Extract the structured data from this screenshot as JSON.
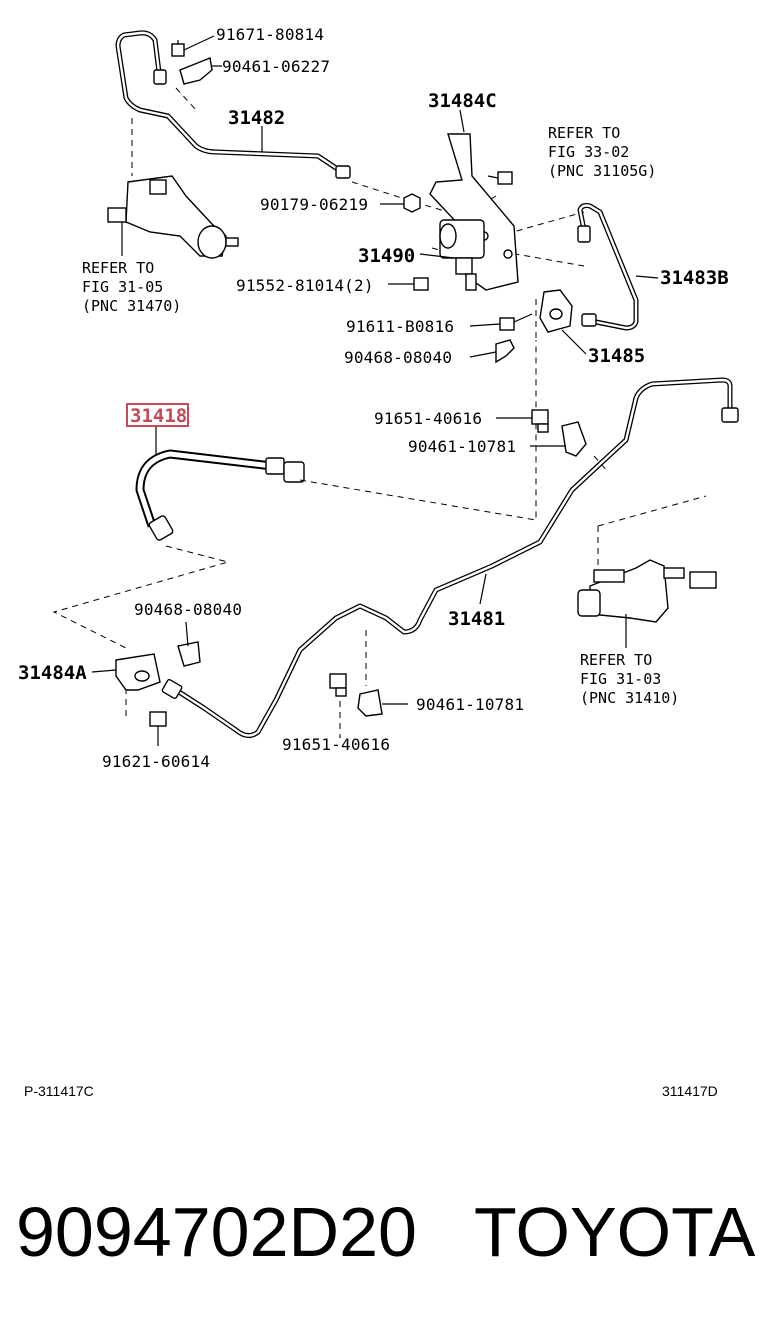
{
  "diagram": {
    "highlight_color": "#c64a55",
    "labels": {
      "p91671": "91671-80814",
      "p90461a": "90461-06227",
      "p31482": "31482",
      "p31484c": "31484C",
      "ref3302_1": "REFER TO",
      "ref3302_2": "FIG 33-02",
      "ref3302_3": "(PNC 31105G)",
      "p90179": "90179-06219",
      "p31490": "31490",
      "p31483b": "31483B",
      "ref3105_1": "REFER TO",
      "ref3105_2": "FIG 31-05",
      "ref3105_3": "(PNC 31470)",
      "p91552": "91552-81014(2)",
      "p91611": "91611-B0816",
      "p90468a": "90468-08040",
      "p31485": "31485",
      "p31418": "31418",
      "p91651a": "91651-40616",
      "p90461b": "90461-10781",
      "p90468b": "90468-08040",
      "p31481": "31481",
      "p31484a": "31484A",
      "ref3103_1": "REFER TO",
      "ref3103_2": "FIG 31-03",
      "ref3103_3": "(PNC 31410)",
      "p90461c": "90461-10781",
      "p91651b": "91651-40616",
      "p91621": "91621-60614"
    },
    "code_left": "P-311417C",
    "code_right": "311417D"
  },
  "footer": {
    "part_number": "9094702D20",
    "brand": "TOYOTA"
  }
}
